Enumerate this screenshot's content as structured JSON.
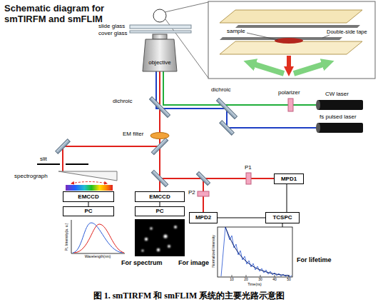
{
  "diagram": {
    "title": "Schematic diagram for smTIRFM and smFLIM",
    "caption": "图 1. smTIRFM 和 smFLIM 系统的主要光路示意图",
    "nodes": [
      {
        "text": [
          "EMCCD"
        ]
      },
      {
        "text": [
          "PC"
        ]
      },
      {
        "text": [
          "EMCCD"
        ]
      },
      {
        "text": [
          "PC"
        ]
      },
      {
        "text": [
          "MPD1"
        ]
      },
      {
        "text": [
          "MPD2"
        ]
      },
      {
        "text": [
          "TCSPC"
        ]
      }
    ],
    "edges": [
      {
        "from": 0,
        "to": 1,
        "arrow": "none"
      },
      {
        "from": 2,
        "to": 3,
        "arrow": "none"
      },
      {
        "from": 4,
        "to": 6,
        "arrow": "none"
      },
      {
        "from": 5,
        "to": 6,
        "arrow": "none"
      }
    ],
    "labels": [
      "Double-side tape",
      "sample",
      "slide glass",
      "cover glass",
      "objective",
      "dichroic",
      "dichroic",
      "polarizer",
      "CW laser",
      "fs pulsed laser",
      "EM filter",
      "slit",
      "spectrograph",
      "P1",
      "P2",
      "For spectrum",
      "PL Intensity(a. u.)",
      "Wavelength(nm)",
      "For image",
      "For lifetime",
      "Normalized Intensity",
      "Time(ns)",
      "10",
      "20",
      "30",
      "40",
      "50"
    ]
  }
}
